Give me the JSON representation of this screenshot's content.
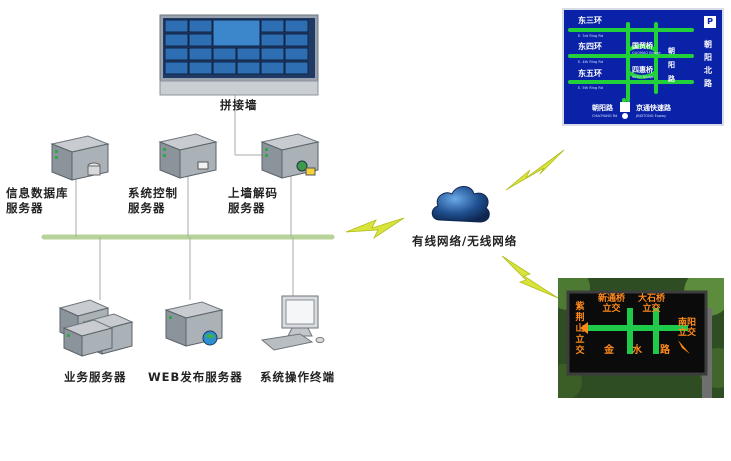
{
  "nodes": {
    "video_wall": "拼接墙",
    "db_server": "信息数据库\n服务器",
    "control_server": "系统控制\n服务器",
    "decode_server": "上墙解码\n服务器",
    "business_server": "业务服务器",
    "web_server": "WEB发布服务器",
    "operator_terminal": "系统操作终端",
    "network": "有线网络/无线网络"
  },
  "blue_sign": {
    "top_icon": "P",
    "left_labels": [
      "东三环",
      "东四环",
      "东五环"
    ],
    "left_sublabels": [
      "E. 3rd Ring Rd",
      "E. 4th Ring Rd",
      "E. 5th Ring Rd"
    ],
    "bridges": [
      "国贸桥",
      "四惠桥"
    ],
    "bridge_sublabels": [
      "GUOMAO Bridge",
      "SIHUI Bridge"
    ],
    "right_vertical": "朝阳北路",
    "middle_vertical": "朝阳路",
    "bottom_left": "朝阳路",
    "bottom_left_sub": "CHAOYANG Rd",
    "bottom_right": "京通快速路",
    "bottom_right_sub": "JINGTONG Expwy"
  },
  "led_sign": {
    "left": "紫荆山立交",
    "top_left": "新通桥\n立交",
    "top_right": "大石桥\n立交",
    "right": "南阳\n立交",
    "road": "金水路"
  }
}
